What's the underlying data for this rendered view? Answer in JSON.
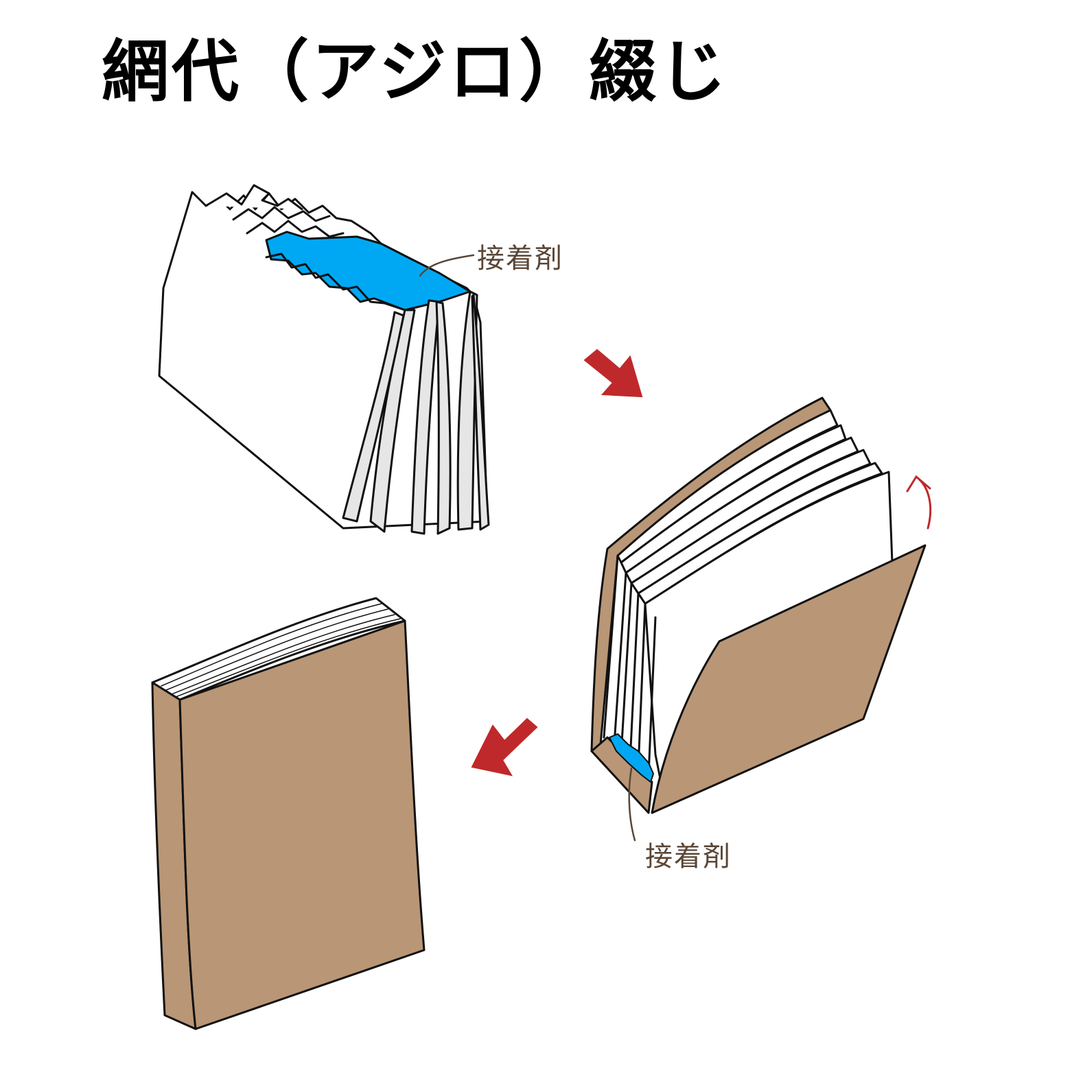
{
  "title": "網代（アジロ）綴じ",
  "labels": {
    "glue_top": "接着剤",
    "glue_bottom": "接着剤"
  },
  "colors": {
    "ink": "#111111",
    "glue_blue": "#00a8f3",
    "kraft": "#b99676",
    "page_gray": "#e6e6e6",
    "arrow_red": "#c0292b",
    "label_brown": "#5a4636"
  },
  "steps": [
    "signatures-with-notched-spine",
    "cover-wraps-signatures",
    "finished-book"
  ]
}
